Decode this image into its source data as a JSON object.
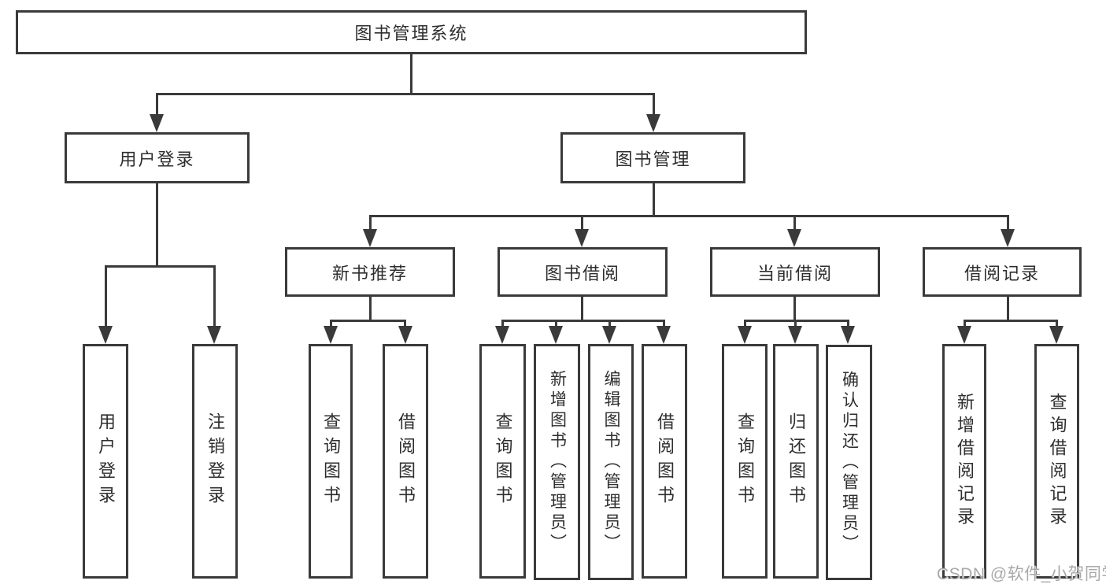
{
  "diagram": {
    "type": "tree",
    "title": "图书管理系统",
    "hierarchy": {
      "label": "图书管理系统",
      "children": [
        {
          "label": "用户登录",
          "children": [
            {
              "label": "用户登录"
            },
            {
              "label": "注销登录"
            }
          ]
        },
        {
          "label": "图书管理",
          "children": [
            {
              "label": "新书推荐",
              "children": [
                {
                  "label": "查询图书"
                },
                {
                  "label": "借阅图书"
                }
              ]
            },
            {
              "label": "图书借阅",
              "children": [
                {
                  "label": "查询图书"
                },
                {
                  "label": "新增图书（管理员）"
                },
                {
                  "label": "编辑图书（管理员）"
                },
                {
                  "label": "借阅图书"
                }
              ]
            },
            {
              "label": "当前借阅",
              "children": [
                {
                  "label": "查询图书"
                },
                {
                  "label": "归还图书"
                },
                {
                  "label": "确认归还（管理员）"
                }
              ]
            },
            {
              "label": "借阅记录",
              "children": [
                {
                  "label": "新增借阅记录"
                },
                {
                  "label": "查询借阅记录"
                }
              ]
            }
          ]
        }
      ]
    }
  },
  "nodes": {
    "root": "图书管理系统",
    "user_login": "用户登录",
    "book_mgmt": "图书管理",
    "new_book_rec": "新书推荐",
    "book_borrow": "图书借阅",
    "current_borrow": "当前借阅",
    "borrow_record": "借阅记录",
    "leaf_user_login": "用户登录",
    "leaf_logout": "注销登录",
    "leaf_query_book_a": "查询图书",
    "leaf_borrow_book_a": "借阅图书",
    "leaf_query_book_b": "查询图书",
    "leaf_add_book": "新增图书（管理员）",
    "leaf_edit_book": "编辑图书（管理员）",
    "leaf_borrow_book_b": "借阅图书",
    "leaf_query_book_c": "查询图书",
    "leaf_return_book": "归还图书",
    "leaf_confirm_return": "确认归还（管理员）",
    "leaf_add_record": "新增借阅记录",
    "leaf_query_record": "查询借阅记录"
  },
  "watermark": {
    "text": "CSDN @软件_小贺同学",
    "color": "#a9a9a9"
  },
  "colors": {
    "line": "#3a3a3a",
    "text": "#2e2e2e",
    "box_background": "#ffffff",
    "page_background": "#ffffff"
  }
}
